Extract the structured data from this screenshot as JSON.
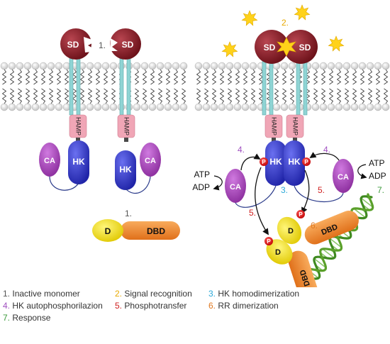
{
  "labels": {
    "sd": "SD",
    "hamp": "HAMP",
    "hk": "HK",
    "ca": "CA",
    "d": "D",
    "dbd": "DBD",
    "p": "P",
    "atp": "ATP",
    "adp": "ADP"
  },
  "step_markers": {
    "s1_membrane": "1.",
    "s1_rr": "1.",
    "s2": "2.",
    "s3": "3.",
    "s4_left": "4.",
    "s4_right": "4.",
    "s5_left": "5.",
    "s5_right": "5.",
    "s6": "6.",
    "s7": "7."
  },
  "legend": [
    {
      "num": "1.",
      "text": "Inactive monomer",
      "color": "#555555"
    },
    {
      "num": "2.",
      "text": "Signal recognition",
      "color": "#e8a900"
    },
    {
      "num": "3.",
      "text": "HK homodimerization",
      "color": "#2aa8d8"
    },
    {
      "num": "4.",
      "text": "HK autophosphorilazion",
      "color": "#a050c0"
    },
    {
      "num": "5.",
      "text": "Phosphotransfer",
      "color": "#d02020"
    },
    {
      "num": "6.",
      "text": "RR dimerization",
      "color": "#e07820"
    },
    {
      "num": "7.",
      "text": "Response",
      "color": "#3a9a3a"
    }
  ],
  "colors": {
    "sd": "#8b1e2a",
    "hamp": "#f0a6b6",
    "hk": "#3a3fd0",
    "ca": "#a23fb4",
    "d": "#f2e21a",
    "dbd": "#f08a2c",
    "p": "#e02020",
    "membrane_head": "#e6e6e6",
    "helix": "#8fd4d4",
    "dna": "#5aa02a",
    "signal": "#ffd21a"
  }
}
